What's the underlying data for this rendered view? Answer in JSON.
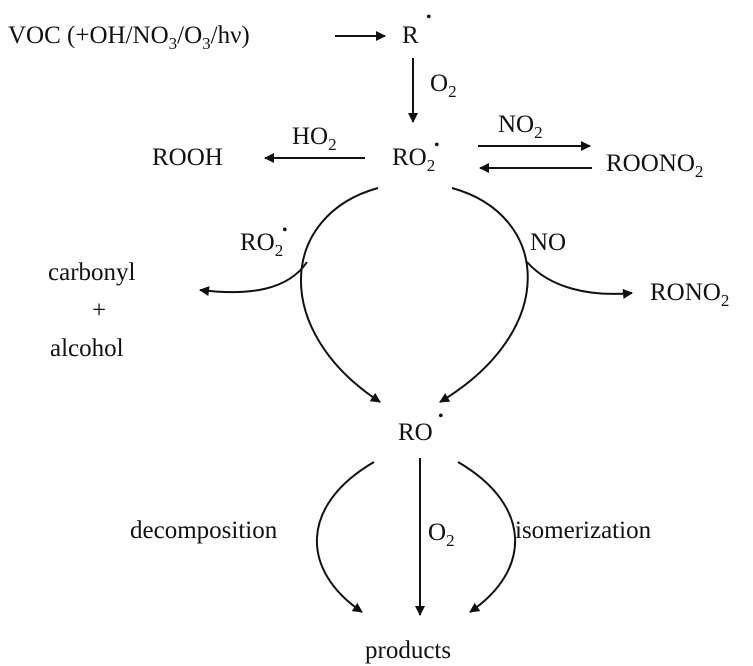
{
  "diagram": {
    "start": {
      "voc": "VOC",
      "oxidants_open": "(+OH/NO",
      "sub_3a": "3",
      "slash1": "/O",
      "sub_3b": "3",
      "slash2": "/hν)"
    },
    "alkyl_radical": {
      "label": "R",
      "dot": "•"
    },
    "o2_label_1": {
      "main": "O",
      "sub": "2"
    },
    "peroxy_radical": {
      "main": "RO",
      "sub": "2",
      "dot": "•"
    },
    "hydroperoxide": {
      "label": "ROOH"
    },
    "ho2_label": {
      "main": "HO",
      "sub": "2"
    },
    "no2_label": {
      "main": "NO",
      "sub": "2"
    },
    "peroxynitrate": {
      "main": "ROONO",
      "sub": "2"
    },
    "ro2_label": {
      "main": "RO",
      "sub": "2",
      "dot": "•"
    },
    "no_label": "NO",
    "carbonyl_alcohol": {
      "line1": "carbonyl",
      "plus": "+",
      "line2": "alcohol"
    },
    "nitrate": {
      "main": "RONO",
      "sub": "2"
    },
    "alkoxy_radical": {
      "label": "RO",
      "dot": "•"
    },
    "decomposition_label": "decomposition",
    "o2_label_2": {
      "main": "O",
      "sub": "2"
    },
    "isomerization_label": "isomerization",
    "products_label": "products",
    "colors": {
      "ink": "#111111",
      "background": "#ffffff"
    }
  }
}
